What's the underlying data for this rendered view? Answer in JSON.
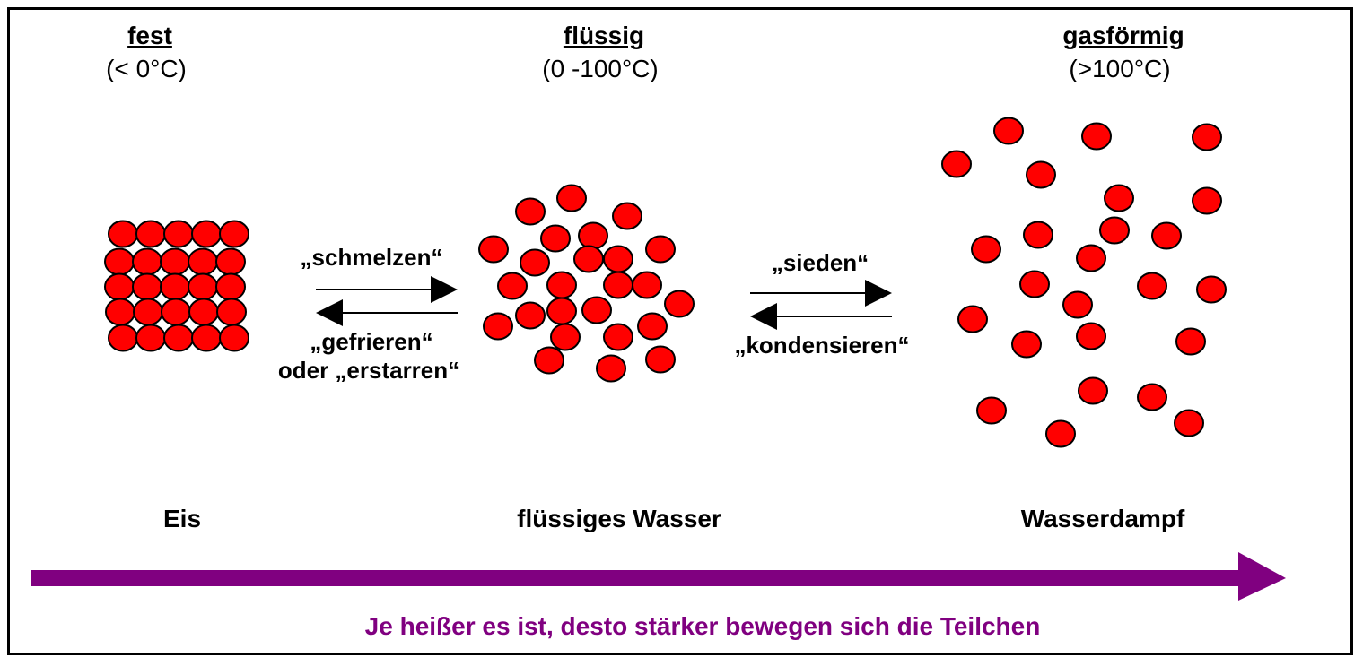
{
  "states": [
    {
      "name": "fest",
      "temperature": "(< 0°C)",
      "substance": "Eis"
    },
    {
      "name": "flüssig",
      "temperature": "(0 -100°C)",
      "substance": "flüssiges Wasser"
    },
    {
      "name": "gasförmig",
      "temperature": "(>100°C)",
      "substance": "Wasserdampf"
    }
  ],
  "transitions": {
    "melt": "„schmelzen“",
    "freeze": "„gefrieren“",
    "solidify": "oder „erstarren“",
    "boil": "„sieden“",
    "condense": "„kondensieren“"
  },
  "caption": "Je heißer es ist, desto stärker bewegen sich die Teilchen",
  "colors": {
    "particle": "#ff0000",
    "caption": "#800080",
    "arrow": "#800080"
  }
}
